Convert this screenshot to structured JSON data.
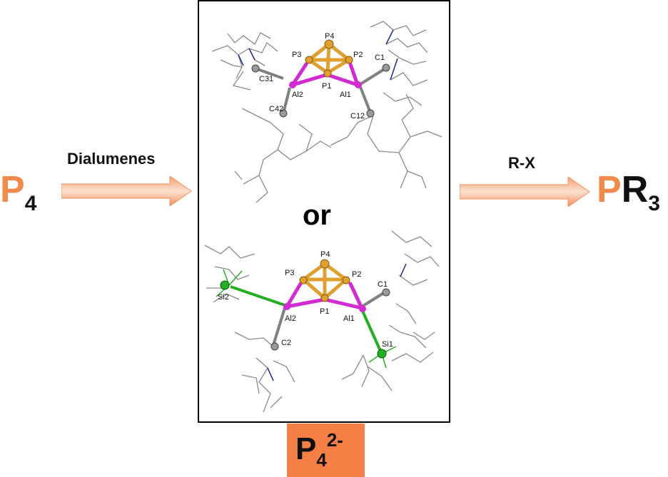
{
  "left_species": {
    "element": "P",
    "subscript": "4"
  },
  "reagent_left": "Dialumenes",
  "reagent_right": "R-X",
  "right_product": {
    "element": "P",
    "rest": "R",
    "subscript": "3"
  },
  "or_label": "or",
  "badge": {
    "element": "P",
    "subscript": "4",
    "superscript": "2-"
  },
  "colors": {
    "orange": "#f28a4b",
    "badge_orange": "#f57f45",
    "arrow_orange": "#f5a070",
    "aluminum": "#d22bd2",
    "phosphorus": "#e0a030",
    "silicon": "#22b022",
    "carbon": "#808080",
    "nitrogen": "#1b2a8a"
  },
  "structure_top": {
    "labels": [
      "P4",
      "P3",
      "P2",
      "C1",
      "C31",
      "Al2",
      "P1",
      "Al1",
      "C42",
      "C12"
    ]
  },
  "structure_bottom": {
    "labels": [
      "P4",
      "P3",
      "P2",
      "C1",
      "Si2",
      "Al2",
      "P1",
      "Al1",
      "C2",
      "Si1"
    ]
  }
}
